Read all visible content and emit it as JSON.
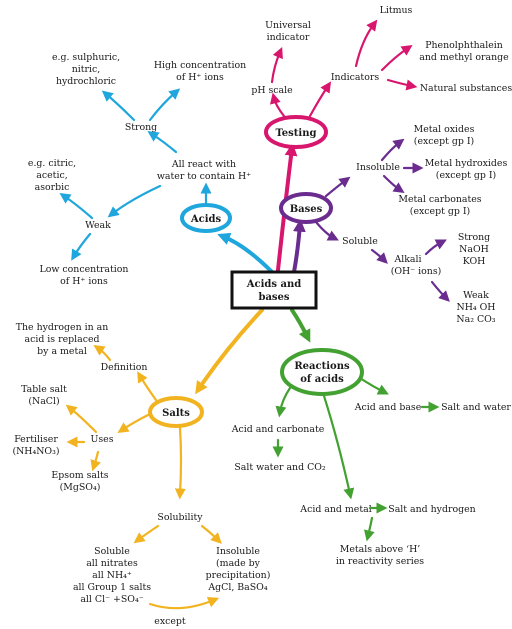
{
  "colors": {
    "blue": "#1fa6dc",
    "pink": "#d8166e",
    "purple": "#6a2c8e",
    "green": "#43a132",
    "orange": "#f2b320",
    "black": "#111111"
  },
  "center": {
    "label_line1": "Acids and",
    "label_line2": "bases"
  },
  "acids": {
    "title": "Acids",
    "react_line1": "All react with",
    "react_line2": "water to contain H⁺",
    "strong": "Strong",
    "weak": "Weak",
    "strong_eg_line1": "e.g. sulphuric,",
    "strong_eg_line2": "nitric,",
    "strong_eg_line3": "hydrochloric",
    "high_line1": "High concentration",
    "high_line2": "of H⁺ ions",
    "weak_eg_line1": "e.g. citric,",
    "weak_eg_line2": "acetic,",
    "weak_eg_line3": "asorbic",
    "low_line1": "Low concentration",
    "low_line2": "of H⁺ ions"
  },
  "testing": {
    "title": "Testing",
    "universal_line1": "Universal",
    "universal_line2": "indicator",
    "ph_scale": "pH scale",
    "indicators": "Indicators",
    "litmus": "Litmus",
    "phenol_line1": "Phenolphthalein",
    "phenol_line2": "and methyl orange",
    "natural": "Natural substances"
  },
  "bases": {
    "title": "Bases",
    "insoluble": "Insoluble",
    "soluble": "Soluble",
    "oxides_line1": "Metal oxides",
    "oxides_line2": "(except gp I)",
    "hydroxides_line1": "Metal hydroxides",
    "hydroxides_line2": "(except gp I)",
    "carbonates_line1": "Metal carbonates",
    "carbonates_line2": "(except gp I)",
    "alkali_line1": "Alkali",
    "alkali_line2": "(OH⁻ ions)",
    "strong": "Strong",
    "strong_ex1": "NaOH",
    "strong_ex2": "KOH",
    "weak": "Weak",
    "weak_ex1": "NH₄ OH",
    "weak_ex2": "Na₂ CO₃"
  },
  "salts": {
    "title": "Salts",
    "definition": "Definition",
    "def_line1": "The hydrogen in an",
    "def_line2": "acid is replaced",
    "def_line3": "by a metal",
    "uses": "Uses",
    "table_line1": "Table salt",
    "table_line2": "(NaCl)",
    "fert_line1": "Fertiliser",
    "fert_line2": "(NH₄NO₃)",
    "epsom_line1": "Epsom salts",
    "epsom_line2": "(MgSO₄)",
    "solubility": "Solubility",
    "sol_line1": "Soluble",
    "sol_line2": "all nitrates",
    "sol_line3": "all NH₄⁺",
    "sol_line4": "all Group 1 salts",
    "sol_line5": "all Cl⁻ +SO₄⁻",
    "except": "except",
    "insol_line1": "Insoluble",
    "insol_line2": "(made by",
    "insol_line3": "precipitation)",
    "insol_line4": "AgCl, BaSO₄"
  },
  "reactions": {
    "title_line1": "Reactions",
    "title_line2": "of acids",
    "acid_base": "Acid and base",
    "salt_water": "Salt and water",
    "acid_carbonate": "Acid and carbonate",
    "salt_water_co2": "Salt water and CO₂",
    "acid_metal": "Acid and metal",
    "salt_hydrogen": "Salt and hydrogen",
    "metals_line1": "Metals above ‘H’",
    "metals_line2": "in reactivity series"
  }
}
